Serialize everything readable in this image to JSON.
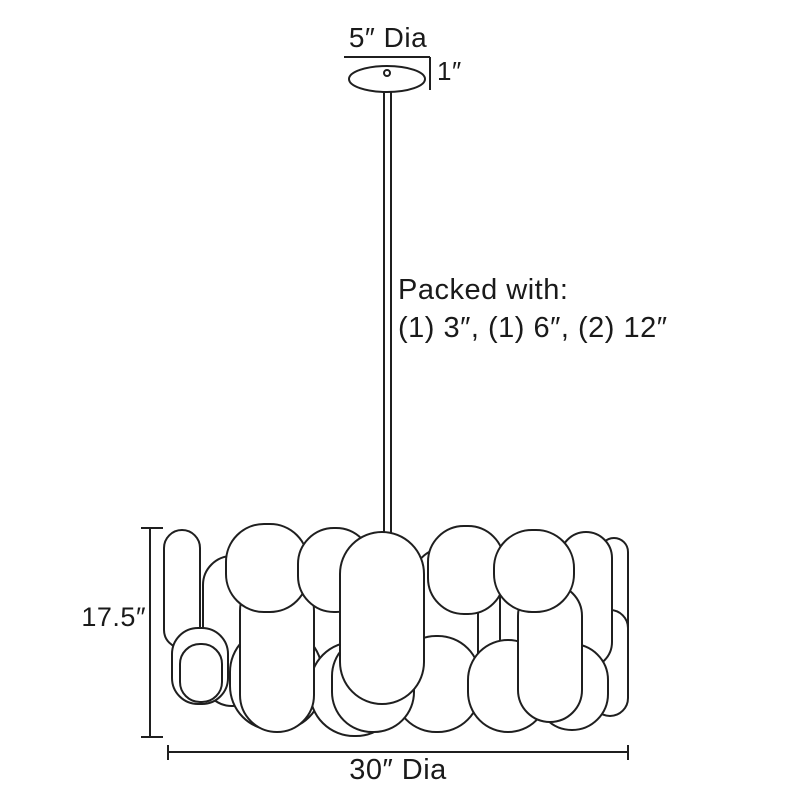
{
  "page": {
    "background": "#ffffff",
    "line_color": "#1f1f1f",
    "text_color": "#1a1a1a"
  },
  "labels": {
    "canopy_diameter": "5″ Dia",
    "canopy_height": "1″",
    "packed_title": "Packed with:",
    "packed_items": "(1) 3″, (1) 6″, (2) 12″",
    "shade_height": "17.5″",
    "shade_diameter": "30″ Dia"
  }
}
